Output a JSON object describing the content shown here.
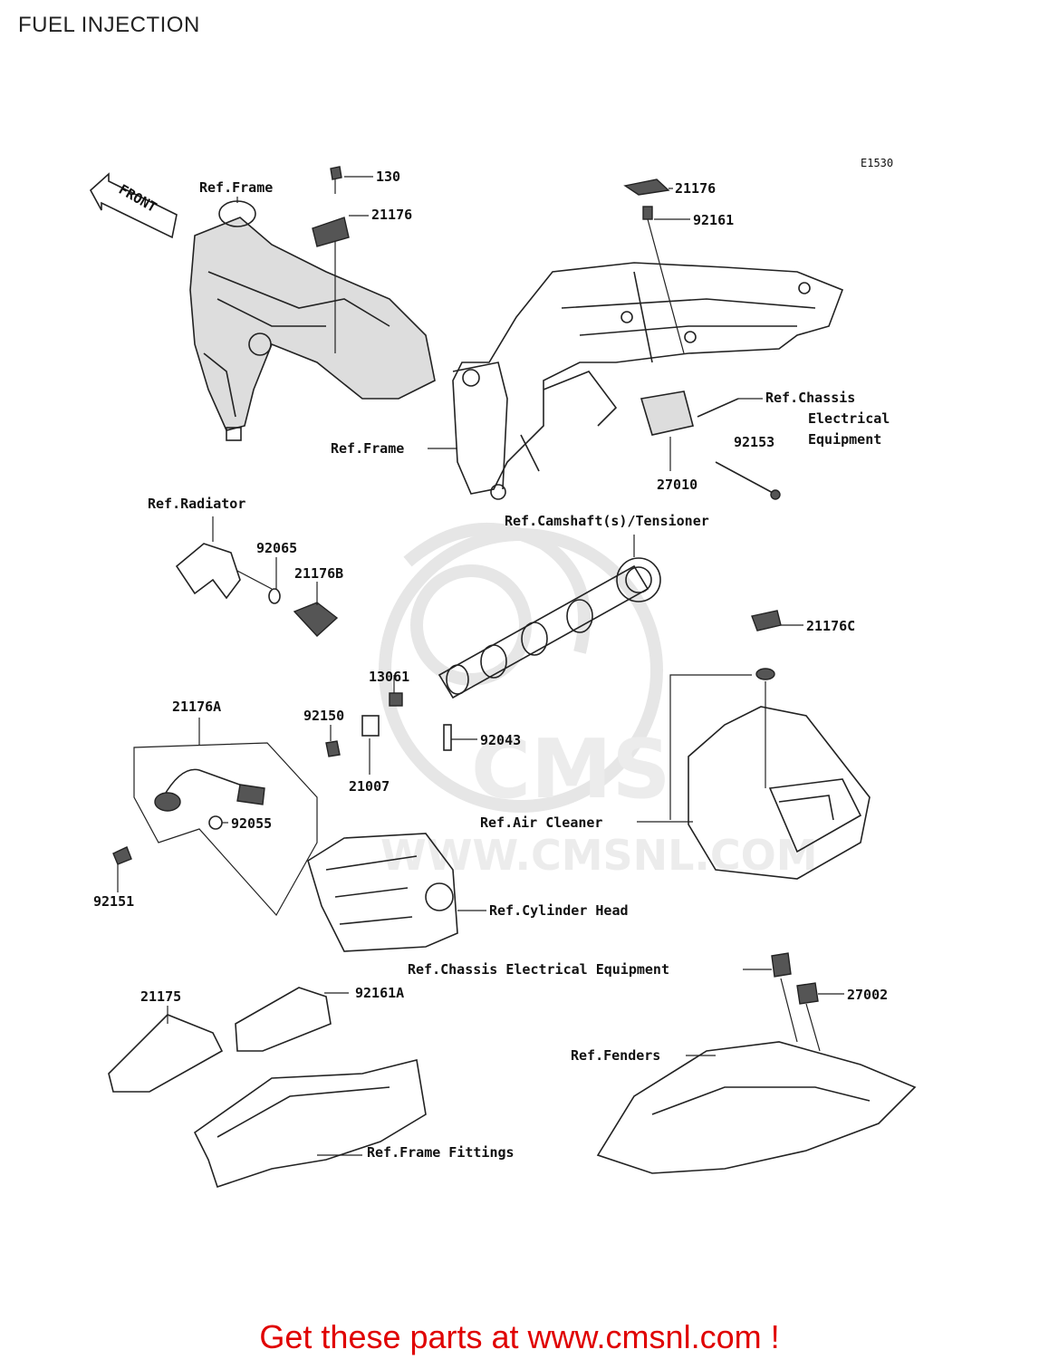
{
  "page": {
    "title": "FUEL INJECTION"
  },
  "diagram": {
    "code": "E1530",
    "front_label": "FRONT",
    "watermark": {
      "brand": "CMS",
      "site": "WWW.CMSNL.COM"
    },
    "parts": [
      {
        "id": "p130",
        "label": "130"
      },
      {
        "id": "p21176_a",
        "label": "21176"
      },
      {
        "id": "p21176_b",
        "label": "21176"
      },
      {
        "id": "p92161",
        "label": "92161"
      },
      {
        "id": "p92153",
        "label": "92153"
      },
      {
        "id": "p27010",
        "label": "27010"
      },
      {
        "id": "p92065",
        "label": "92065"
      },
      {
        "id": "p21176B",
        "label": "21176B"
      },
      {
        "id": "p21176C",
        "label": "21176C"
      },
      {
        "id": "p13061",
        "label": "13061"
      },
      {
        "id": "p92150",
        "label": "92150"
      },
      {
        "id": "p92043",
        "label": "92043"
      },
      {
        "id": "p21007",
        "label": "21007"
      },
      {
        "id": "p21176A",
        "label": "21176A"
      },
      {
        "id": "p92055",
        "label": "92055"
      },
      {
        "id": "p92151",
        "label": "92151"
      },
      {
        "id": "p21175",
        "label": "21175"
      },
      {
        "id": "p92161A",
        "label": "92161A"
      },
      {
        "id": "p27002",
        "label": "27002"
      }
    ],
    "refs": [
      {
        "id": "ref_frame_top",
        "label": "Ref.Frame"
      },
      {
        "id": "ref_frame_mid",
        "label": "Ref.Frame"
      },
      {
        "id": "ref_chassis_1",
        "label": "Ref.Chassis"
      },
      {
        "id": "ref_chassis_2",
        "label": "Electrical"
      },
      {
        "id": "ref_chassis_3",
        "label": "Equipment"
      },
      {
        "id": "ref_radiator",
        "label": "Ref.Radiator"
      },
      {
        "id": "ref_camshaft",
        "label": "Ref.Camshaft(s)/Tensioner"
      },
      {
        "id": "ref_air_cleaner",
        "label": "Ref.Air Cleaner"
      },
      {
        "id": "ref_cylinder_head",
        "label": "Ref.Cylinder Head"
      },
      {
        "id": "ref_chassis_elec",
        "label": "Ref.Chassis Electrical Equipment"
      },
      {
        "id": "ref_fenders",
        "label": "Ref.Fenders"
      },
      {
        "id": "ref_frame_fittings",
        "label": "Ref.Frame Fittings"
      }
    ]
  },
  "footer": {
    "text": "Get these parts at www.cmsnl.com !"
  },
  "colors": {
    "footer": "#e00000",
    "line": "#222222",
    "watermark": "#e6e6e6"
  }
}
